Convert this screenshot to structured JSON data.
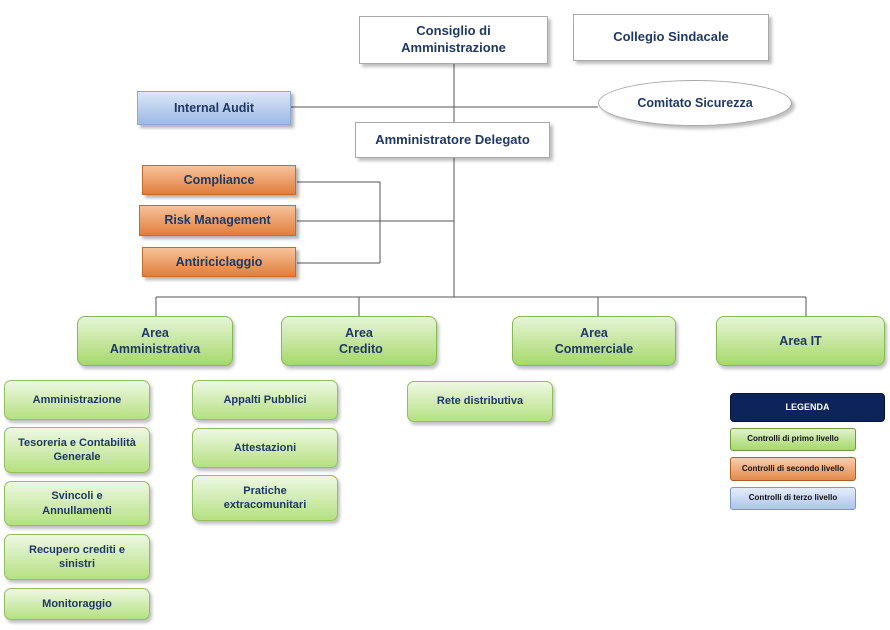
{
  "top": {
    "board": "Consiglio di Amministrazione",
    "auditors": "Collegio Sindacale",
    "internal_audit": "Internal Audit",
    "security_committee": "Comitato Sicurezza",
    "ceo": "Amministratore Delegato"
  },
  "controls": {
    "compliance": "Compliance",
    "risk": "Risk Management",
    "aml": "Antiriciclaggio"
  },
  "areas": {
    "admin": "Area Amministrativa",
    "credit": "Area Credito",
    "commercial": "Area Commerciale",
    "it": "Area IT"
  },
  "admin_units": [
    "Amministrazione",
    "Tesoreria e Contabilità Generale",
    "Svincoli e Annullamenti",
    "Recupero crediti e sinistri",
    "Monitoraggio"
  ],
  "credit_units": [
    "Appalti Pubblici",
    "Attestazioni",
    "Pratiche extracomunitari"
  ],
  "commercial_units": [
    "Rete distributiva"
  ],
  "legend": {
    "title": "LEGENDA",
    "first": "Controlli di primo livello",
    "second": "Controlli di secondo livello",
    "third": "Controlli di terzo livello"
  },
  "colors": {
    "green": "#a6d86a",
    "orange": "#e07e3c",
    "blue": "#9db9e6",
    "text": "#1f3864",
    "legend_header": "#0c2459"
  }
}
